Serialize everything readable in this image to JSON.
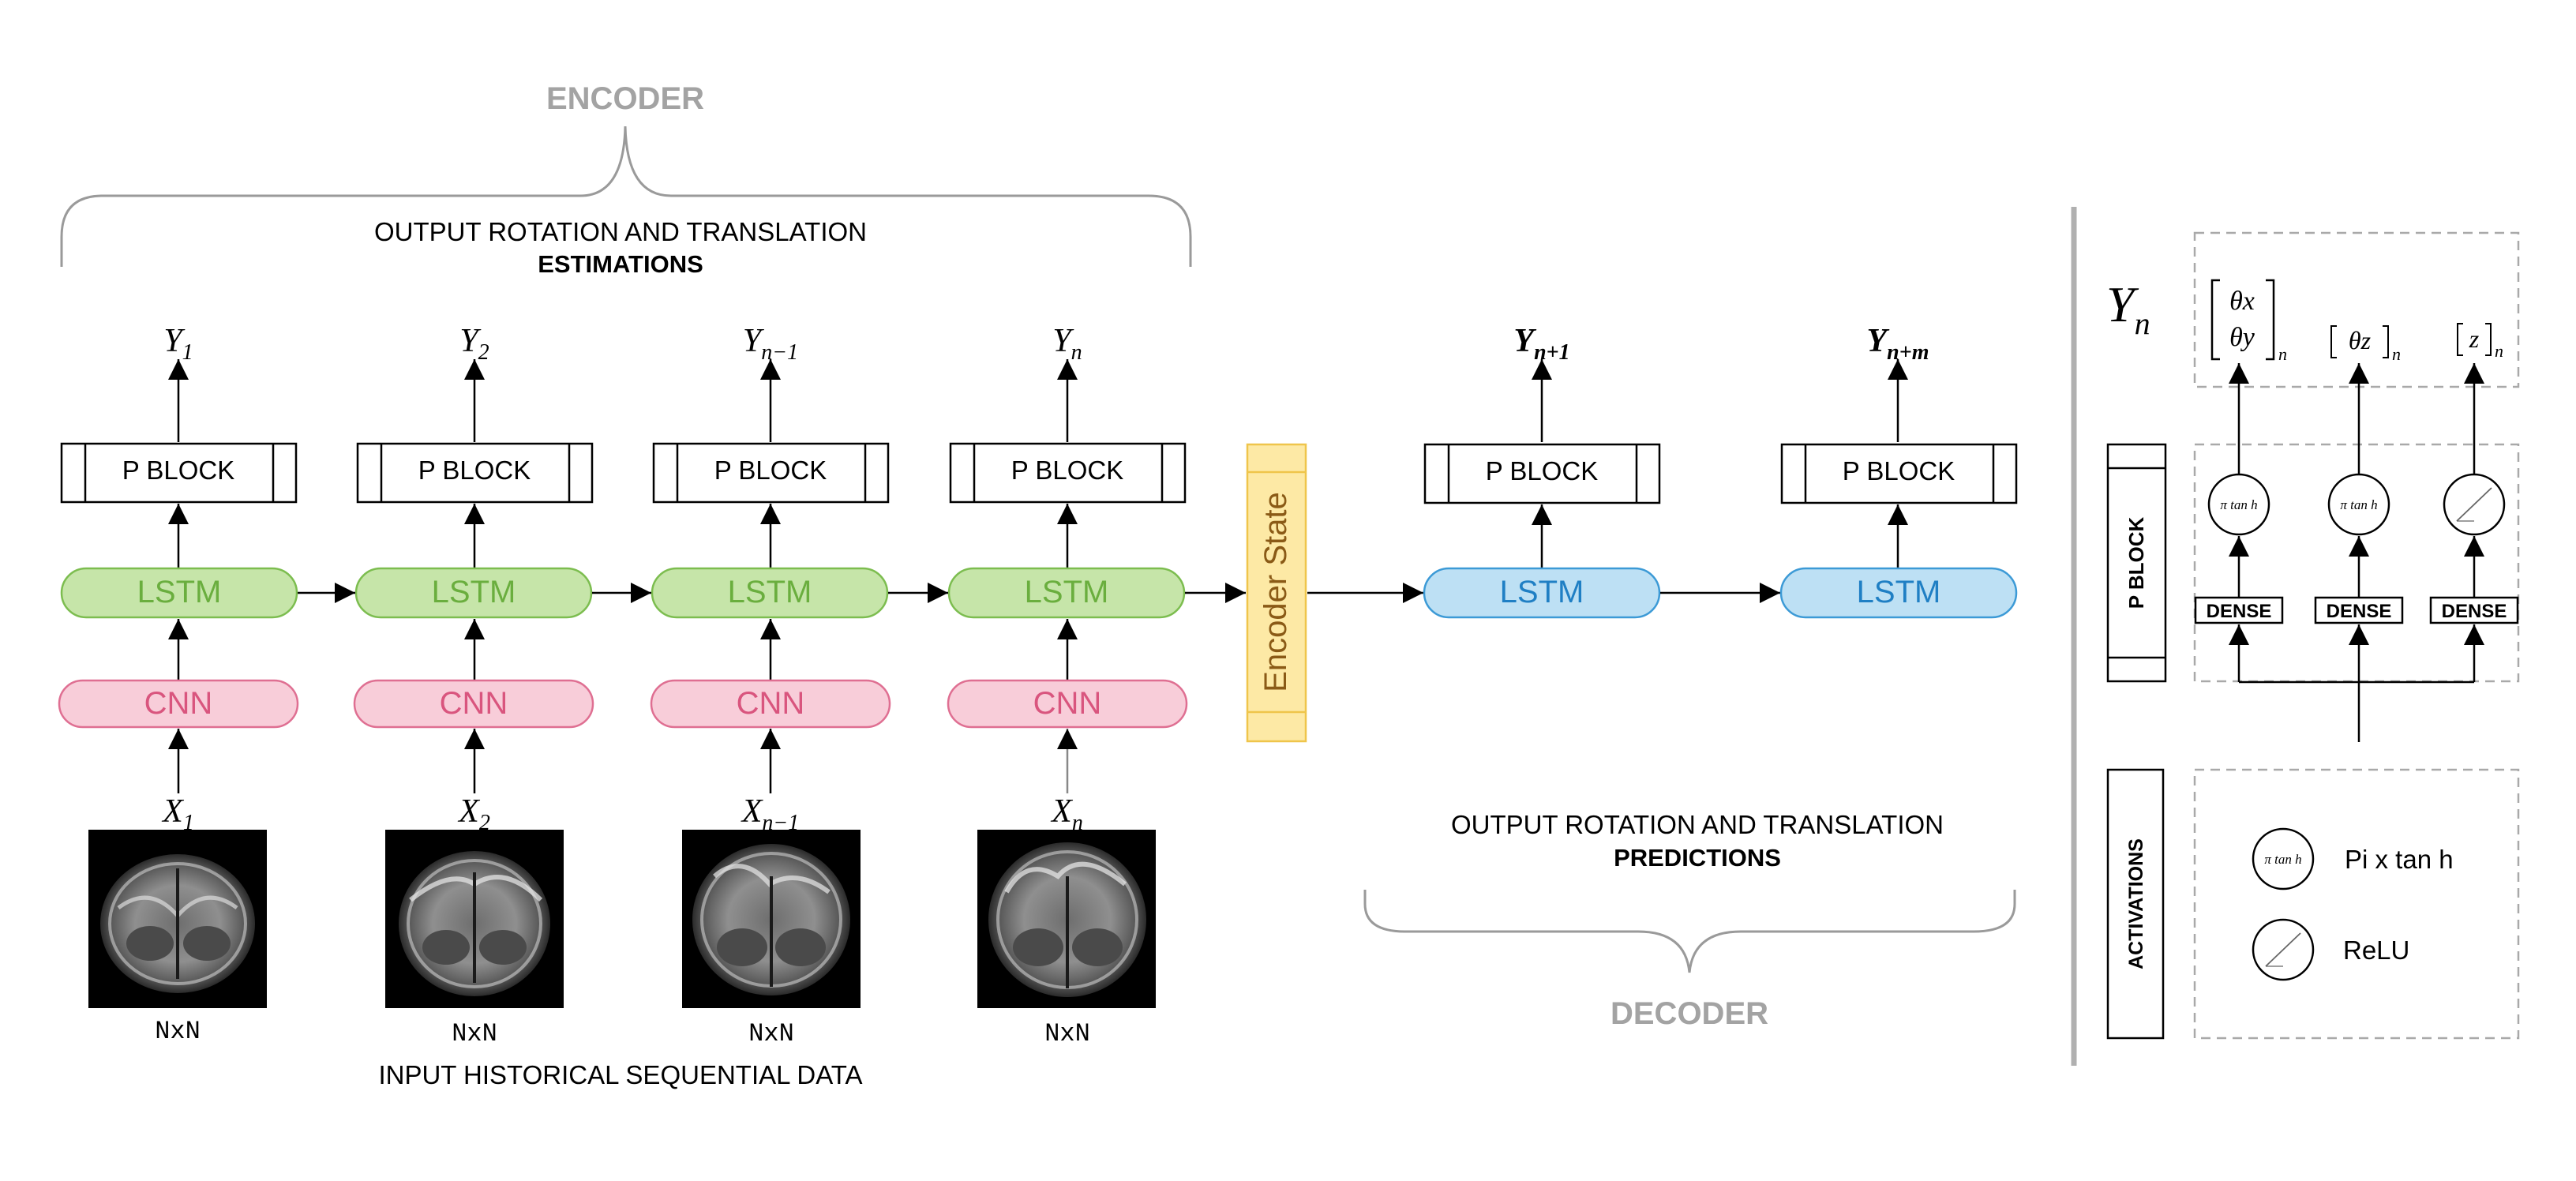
{
  "encoder": {
    "title": "ENCODER",
    "output_line1": "OUTPUT ROTATION AND TRANSLATION",
    "output_line2": "ESTIMATIONS",
    "state_label": "Encoder State",
    "input_label": "INPUT HISTORICAL SEQUENTIAL DATA",
    "columns": [
      {
        "y_base": "Y",
        "y_sub": "1",
        "x_base": "X",
        "x_sub": "1",
        "pblock": "P BLOCK",
        "lstm": "LSTM",
        "cnn": "CNN",
        "size": "NxN"
      },
      {
        "y_base": "Y",
        "y_sub": "2",
        "x_base": "X",
        "x_sub": "2",
        "pblock": "P BLOCK",
        "lstm": "LSTM",
        "cnn": "CNN",
        "size": "NxN"
      },
      {
        "y_base": "Y",
        "y_sub": "n−1",
        "x_base": "X",
        "x_sub": "n−1",
        "pblock": "P BLOCK",
        "lstm": "LSTM",
        "cnn": "CNN",
        "size": "NxN"
      },
      {
        "y_base": "Y",
        "y_sub": "n",
        "x_base": "X",
        "x_sub": "n",
        "pblock": "P BLOCK",
        "lstm": "LSTM",
        "cnn": "CNN",
        "size": "NxN"
      }
    ]
  },
  "decoder": {
    "title": "DECODER",
    "output_line1": "OUTPUT ROTATION AND TRANSLATION",
    "output_line2": "PREDICTIONS",
    "columns": [
      {
        "y_base": "Y",
        "y_sub": "n+1",
        "pblock": "P BLOCK",
        "lstm": "LSTM"
      },
      {
        "y_base": "Y",
        "y_sub": "n+m",
        "pblock": "P BLOCK",
        "lstm": "LSTM"
      }
    ]
  },
  "legend": {
    "yn_base": "Y",
    "yn_sub": "n",
    "theta_x": "θx",
    "theta_y": "θy",
    "theta_z": "θz",
    "z": "z",
    "vec_sub": "n",
    "pblock_label": "P BLOCK",
    "dense_label": "DENSE",
    "activations_label": "ACTIVATIONS",
    "pitanh_glyph": "π tan h",
    "pitanh_name": "Pi x tan h",
    "relu_name": "ReLU"
  },
  "colors": {
    "lstm_encoder_fill": "#c6e5a9",
    "lstm_encoder_stroke": "#7cbd4f",
    "lstm_encoder_text": "#6aae3e",
    "lstm_decoder_fill": "#bde0f4",
    "lstm_decoder_stroke": "#3c9ad6",
    "lstm_decoder_text": "#1f7fc4",
    "cnn_fill": "#f8cdd9",
    "cnn_stroke": "#df6f92",
    "cnn_text": "#d9557e",
    "encoder_state_fill": "#fde9a5",
    "encoder_state_stroke": "#efc54b",
    "encoder_state_text": "#8a5a16",
    "title_gray": "#a3a3a3"
  }
}
